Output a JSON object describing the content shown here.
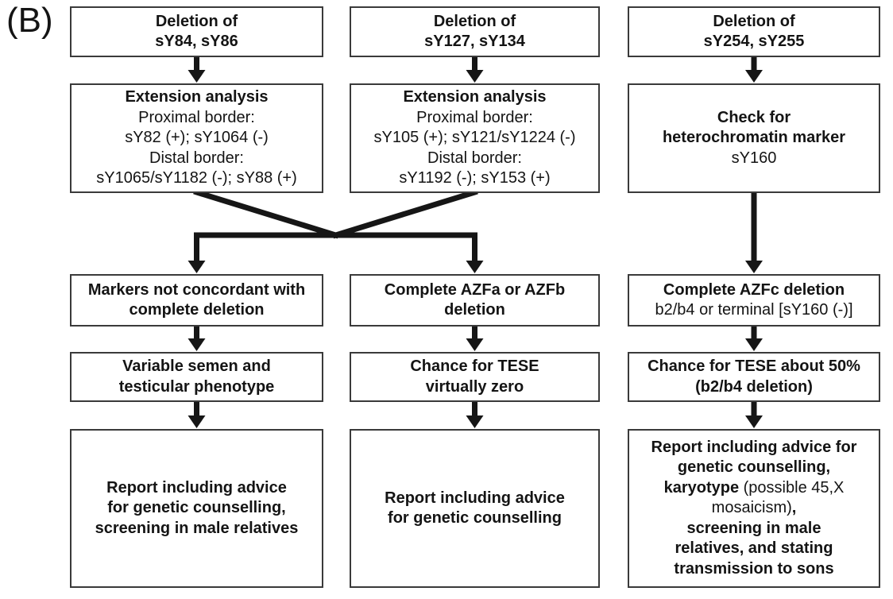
{
  "figure_label": "(B)",
  "colors": {
    "border": "#3a3a3a",
    "arrow": "#161616",
    "text": "#141414",
    "box_bg": "#ffffff",
    "page_bg": "#ffffff"
  },
  "columns": [
    {
      "boxes": [
        {
          "lines": [
            {
              "text": "Deletion of",
              "bold": true
            },
            {
              "text": "sY84, sY86",
              "bold": true
            }
          ]
        },
        {
          "lines": [
            {
              "text": "Extension analysis",
              "bold": true
            },
            {
              "text": "Proximal border:",
              "bold": false
            },
            {
              "text": "sY82 (+); sY1064 (-)",
              "bold": false
            },
            {
              "text": "Distal border:",
              "bold": false
            },
            {
              "text": "sY1065/sY1182 (-); sY88 (+)",
              "bold": false
            }
          ]
        },
        {
          "lines": [
            {
              "text": "Markers not concordant with",
              "bold": true
            },
            {
              "text": "complete deletion",
              "bold": true
            }
          ]
        },
        {
          "lines": [
            {
              "text": "Variable semen and",
              "bold": true
            },
            {
              "text": "testicular phenotype",
              "bold": true
            }
          ]
        },
        {
          "lines": [
            {
              "text": "Report including advice",
              "bold": true
            },
            {
              "text": "for genetic counselling,",
              "bold": true
            },
            {
              "text": "screening in male relatives",
              "bold": true
            }
          ]
        }
      ]
    },
    {
      "boxes": [
        {
          "lines": [
            {
              "text": "Deletion of",
              "bold": true
            },
            {
              "text": "sY127, sY134",
              "bold": true
            }
          ]
        },
        {
          "lines": [
            {
              "text": "Extension analysis",
              "bold": true
            },
            {
              "text": "Proximal border:",
              "bold": false
            },
            {
              "text": "sY105 (+); sY121/sY1224 (-)",
              "bold": false
            },
            {
              "text": "Distal border:",
              "bold": false
            },
            {
              "text": "sY1192 (-); sY153 (+)",
              "bold": false
            }
          ]
        },
        {
          "lines": [
            {
              "text": "Complete AZFa or AZFb",
              "bold": true
            },
            {
              "text": "deletion",
              "bold": true
            }
          ]
        },
        {
          "lines": [
            {
              "text": "Chance for TESE",
              "bold": true
            },
            {
              "text": "virtually zero",
              "bold": true
            }
          ]
        },
        {
          "lines": [
            {
              "text": "Report including advice",
              "bold": true
            },
            {
              "text": "for genetic counselling",
              "bold": true
            }
          ]
        }
      ]
    },
    {
      "boxes": [
        {
          "lines": [
            {
              "text": "Deletion of",
              "bold": true
            },
            {
              "text": "sY254, sY255",
              "bold": true
            }
          ]
        },
        {
          "lines": [
            {
              "text": "Check for",
              "bold": true
            },
            {
              "text": "heterochromatin marker",
              "bold": true
            },
            {
              "text": "sY160",
              "bold": false
            }
          ]
        },
        {
          "lines": [
            {
              "text": "Complete AZFc deletion",
              "bold": true
            },
            {
              "text": "b2/b4 or terminal [sY160 (-)]",
              "bold": false
            }
          ]
        },
        {
          "lines": [
            {
              "text": "Chance for TESE about 50%",
              "bold": true
            },
            {
              "text": "(b2/b4 deletion)",
              "bold": true
            }
          ]
        },
        {
          "lines": [
            {
              "segments": [
                {
                  "text": "Report including advice for",
                  "bold": true
                }
              ]
            },
            {
              "segments": [
                {
                  "text": "genetic counselling,",
                  "bold": true
                }
              ]
            },
            {
              "segments": [
                {
                  "text": "karyotype",
                  "bold": true
                },
                {
                  "text": " (possible 45,X",
                  "bold": false
                }
              ]
            },
            {
              "segments": [
                {
                  "text": "mosaicism)",
                  "bold": false
                },
                {
                  "text": ",",
                  "bold": true
                }
              ]
            },
            {
              "segments": [
                {
                  "text": "screening in male",
                  "bold": true
                }
              ]
            },
            {
              "segments": [
                {
                  "text": "relatives, and stating",
                  "bold": true
                }
              ]
            },
            {
              "segments": [
                {
                  "text": "transmission to sons",
                  "bold": true
                }
              ]
            }
          ]
        }
      ]
    }
  ]
}
